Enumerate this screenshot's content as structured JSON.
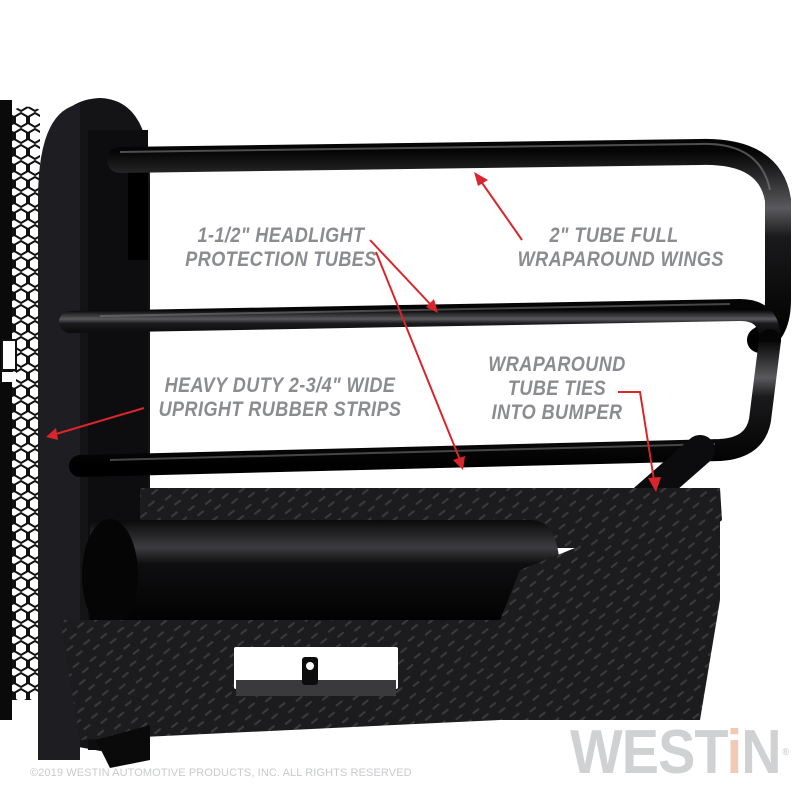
{
  "image": {
    "subject": "black modular front bumper with headlight protection tubes and diamond plate",
    "background_color": "#ffffff",
    "arrow_color": "#d9262c",
    "label_color": "#8a8c90"
  },
  "callouts": [
    {
      "id": "headlight-tubes",
      "lines": [
        "1-1/2\" HEADLIGHT",
        "PROTECTION TUBES"
      ]
    },
    {
      "id": "wraparound-wings",
      "lines": [
        "2\" TUBE FULL",
        "WRAPAROUND WINGS"
      ]
    },
    {
      "id": "rubber-strips",
      "lines": [
        "HEAVY DUTY 2-3/4\" WIDE",
        "UPRIGHT RUBBER STRIPS"
      ]
    },
    {
      "id": "tube-ties",
      "lines": [
        "WRAPAROUND",
        "TUBE TIES",
        "INTO BUMPER"
      ]
    }
  ],
  "footer": {
    "copyright": "©2019 WESTIN AUTOMOTIVE PRODUCTS, INC. ALL RIGHTS RESERVED",
    "brand_prefix": "WEST",
    "brand_accent": "i",
    "brand_suffix": "N",
    "brand_mark": "®"
  }
}
